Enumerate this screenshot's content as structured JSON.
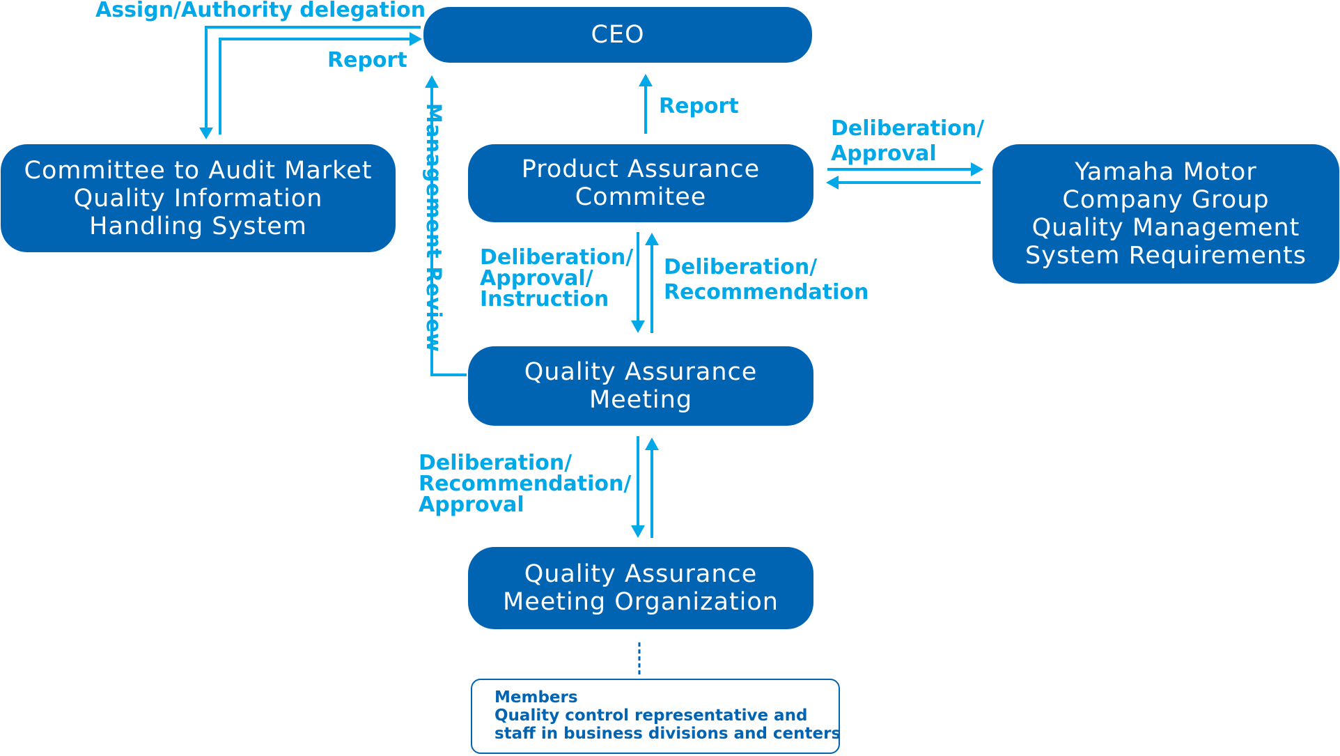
{
  "nodes": {
    "ceo": {
      "lines": [
        "CEO"
      ]
    },
    "audit_committee": {
      "lines": [
        "Committee to Audit Market",
        "Quality Information",
        "Handling System"
      ]
    },
    "product_assurance": {
      "lines": [
        "Product Assurance",
        "Commitee"
      ]
    },
    "yamaha_requirements": {
      "lines": [
        "Yamaha Motor",
        "Company Group",
        "Quality Management",
        "System Requirements"
      ]
    },
    "qa_meeting": {
      "lines": [
        "Quality Assurance",
        "Meeting"
      ]
    },
    "qa_meeting_org": {
      "lines": [
        "Quality Assurance",
        "Meeting Organization"
      ]
    }
  },
  "members": {
    "title": "Members",
    "lines": [
      "Quality control representative and",
      "staff in business divisions and centers"
    ]
  },
  "edge_labels": {
    "assign_delegation": [
      "Assign/Authority delegation"
    ],
    "report_audit": [
      "Report"
    ],
    "report_pac": [
      "Report"
    ],
    "management_review": "Management Review",
    "pac_yamaha": [
      "Deliberation/",
      "Approval"
    ],
    "pac_to_qam": [
      "Deliberation/",
      "Approval/",
      "Instruction"
    ],
    "qam_to_pac": [
      "Deliberation/",
      "Recommendation"
    ],
    "qam_org": [
      "Deliberation/",
      "Recommendation/",
      "Approval"
    ]
  },
  "colors": {
    "node_fill": "#0064b3",
    "node_text": "#ffffff",
    "arrow": "#00a8e8",
    "members_border": "#0064b3"
  }
}
